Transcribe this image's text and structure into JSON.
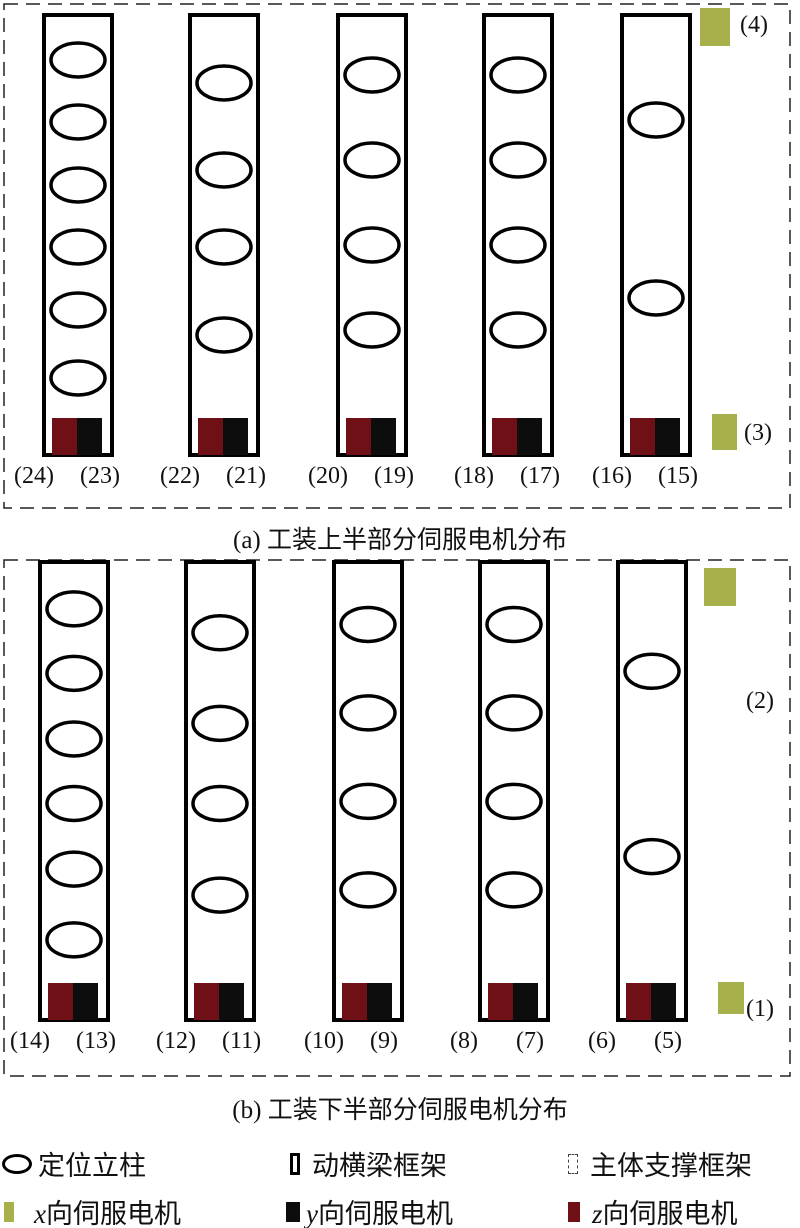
{
  "panels": [
    {
      "caption": "(a) 工装上半部分伺服电机分布",
      "columns": [
        {
          "ellipses": 6,
          "motor_labels": [
            "(24)",
            "(23)"
          ]
        },
        {
          "ellipses": 4,
          "motor_labels": [
            "(22)",
            "(21)"
          ]
        },
        {
          "ellipses": 4,
          "motor_labels": [
            "(20)",
            "(19)"
          ]
        },
        {
          "ellipses": 4,
          "motor_labels": [
            "(18)",
            "(17)"
          ]
        },
        {
          "ellipses": 2,
          "motor_labels": [
            "(16)",
            "(15)"
          ]
        }
      ],
      "x_motors": [
        "(4)",
        "(3)"
      ]
    },
    {
      "caption": "(b) 工装下半部分伺服电机分布",
      "columns": [
        {
          "ellipses": 6,
          "motor_labels": [
            "(14)",
            "(13)"
          ]
        },
        {
          "ellipses": 4,
          "motor_labels": [
            "(12)",
            "(11)"
          ]
        },
        {
          "ellipses": 4,
          "motor_labels": [
            "(10)",
            "(9)"
          ]
        },
        {
          "ellipses": 4,
          "motor_labels": [
            "(8)",
            "(7)"
          ]
        },
        {
          "ellipses": 2,
          "motor_labels": [
            "(6)",
            "(5)"
          ]
        }
      ],
      "x_motors": [
        "(2)",
        "(1)"
      ]
    }
  ],
  "legend": {
    "column": "定位立柱",
    "beam": "动横梁框架",
    "support": "主体支撑框架",
    "x_axis": "x",
    "x_text": "向伺服电机",
    "y_axis": "y",
    "y_text": "向伺服电机",
    "z_axis": "z",
    "z_text": "向伺服电机"
  },
  "colors": {
    "x_motor": "#a8b04c",
    "y_motor": "#0d0d0d",
    "z_motor": "#6e1016",
    "line": "#000000"
  }
}
